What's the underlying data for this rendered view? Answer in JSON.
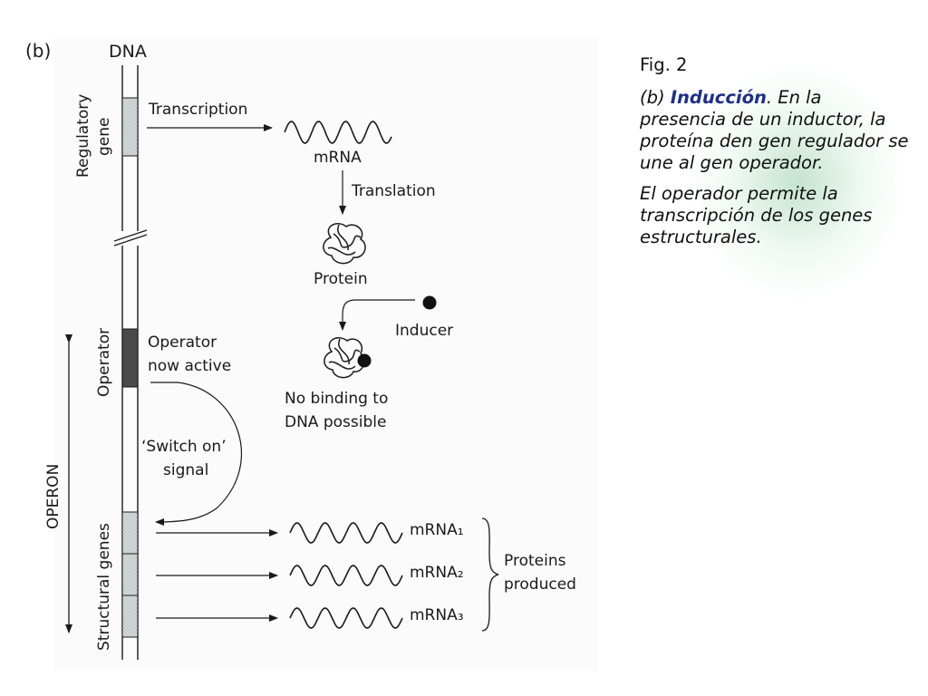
{
  "panel": {
    "panel_label": "(b)",
    "dna_label": "DNA",
    "regulatory_gene_label_1": "Regulatory",
    "regulatory_gene_label_2": "gene",
    "operator_label": "Operator",
    "structural_genes_label": "Structural genes",
    "operon_label": "OPERON"
  },
  "pathway": {
    "transcription": "Transcription",
    "mrna": "mRNA",
    "translation": "Translation",
    "protein": "Protein",
    "inducer": "Inducer",
    "no_binding_1": "No binding to",
    "no_binding_2": "DNA possible",
    "operator_active_1": "Operator",
    "operator_active_2": "now active",
    "switch_on_1": "‘Switch on’",
    "switch_on_2": "signal"
  },
  "structural": {
    "mrnas": [
      "mRNA₁",
      "mRNA₂",
      "mRNA₃"
    ],
    "proteins_1": "Proteins",
    "proteins_2": "produced"
  },
  "caption": {
    "fig": "Fig. 2",
    "p1_prefix": "(b) ",
    "p1_keyword": "Inducción",
    "p1_rest": ". En la presencia de un inductor, la proteína den gen regulador  se une al gen operador.",
    "p2": "El operador permite la transcripción de los genes estructurales."
  },
  "colors": {
    "ink": "#1a1a1a",
    "keyword": "#1f2f8a",
    "gene_fill": "#cfd6d8",
    "operator_fill": "#4a4a4a"
  }
}
